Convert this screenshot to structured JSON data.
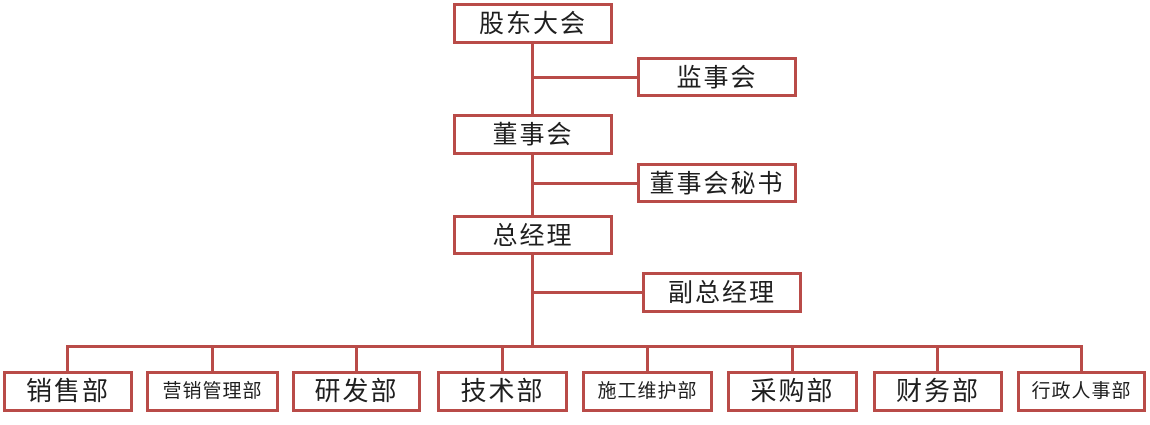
{
  "colors": {
    "accent": "#b94b48",
    "text": "#1f1f1f",
    "background": "#ffffff"
  },
  "org_chart": {
    "type": "organization-hierarchy",
    "nodes": {
      "shareholders_meeting": "股东大会",
      "supervisory_board": "监事会",
      "board_of_directors": "董事会",
      "board_secretary": "董事会秘书",
      "general_manager": "总经理",
      "deputy_general_manager": "副总经理"
    },
    "chain_order": [
      "股东大会",
      "董事会",
      "总经理"
    ],
    "staff_branches": [
      {
        "label": "监事会",
        "parent": "股东大会"
      },
      {
        "label": "董事会秘书",
        "parent": "董事会"
      },
      {
        "label": "副总经理",
        "parent": "总经理"
      }
    ],
    "departments": [
      "销售部",
      "营销管理部",
      "研发部",
      "技术部",
      "施工维护部",
      "采购部",
      "财务部",
      "行政人事部"
    ],
    "departments_parent": "总经理"
  }
}
